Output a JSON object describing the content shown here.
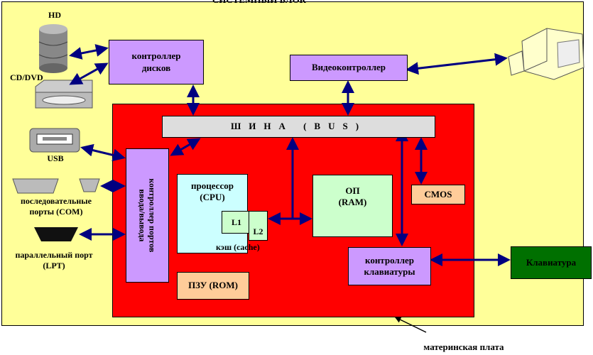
{
  "title": "СИСТЕМНЫЙ БЛОК",
  "bus": "ШИНА (BUS)",
  "disk_controller": "контроллер\nдисков",
  "video_controller": "Видеоконтроллер",
  "io_controller": "контроллер портов\nввода/вывода",
  "cpu": "процессор\n(CPU)",
  "l1": "L1",
  "l2": "L2",
  "cache": "кэш (cache)",
  "ram": "ОП\n(RAM)",
  "cmos": "CMOS",
  "rom": "ПЗУ (ROM)",
  "keyboard_controller": "контроллер\nклавиатуры",
  "keyboard": "Клавиатура",
  "motherboard": "материнская плата",
  "devices": {
    "hd": "HD",
    "cd": "CD/DVD",
    "usb": "USB",
    "com": "последовательные\nпорты (COM)",
    "lpt": "параллельный порт\n(LPT)"
  },
  "colors": {
    "system_block": "#ffff99",
    "motherboard": "#ff0000",
    "controller": "#cc99ff",
    "bus": "#dddddd",
    "cpu": "#ccffff",
    "memory": "#ccffcc",
    "cmos_rom": "#ffcc99",
    "keyboard": "#007000",
    "arrow": "#000080"
  }
}
